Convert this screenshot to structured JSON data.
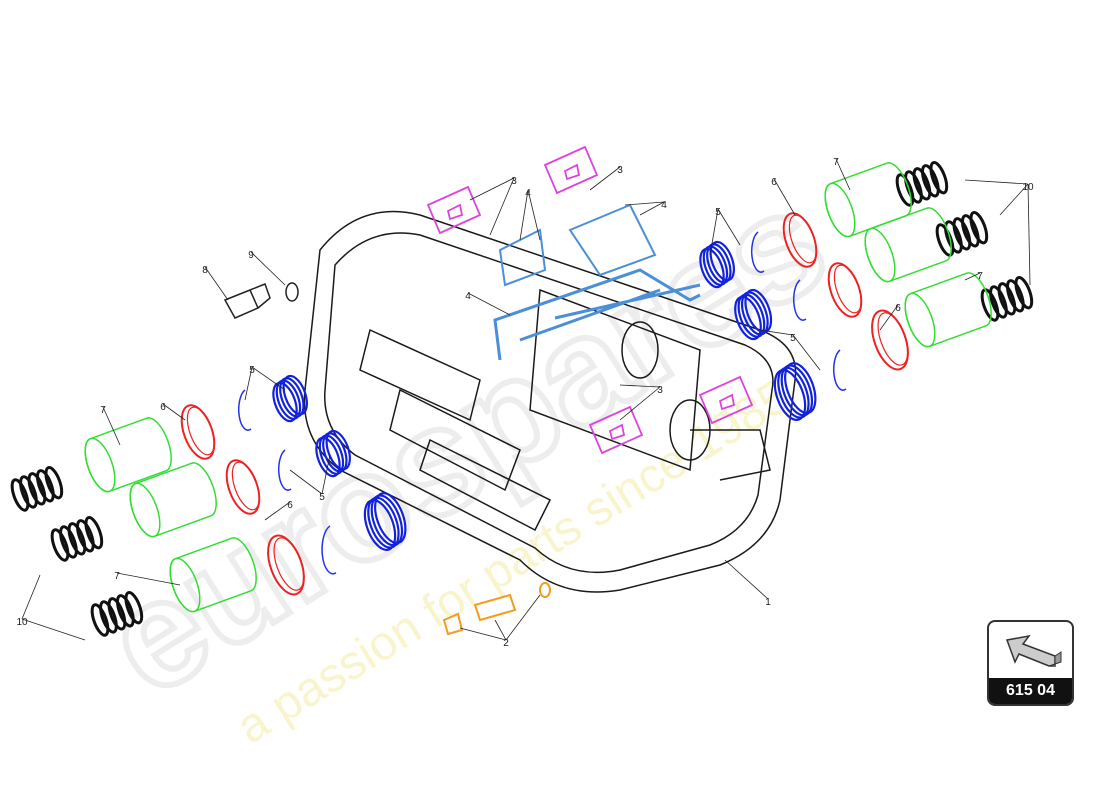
{
  "watermark": {
    "brand": "eurospares",
    "tagline": "a passion for parts since 1985"
  },
  "callouts": [
    "1",
    "2",
    "3",
    "3",
    "3",
    "4",
    "4",
    "4",
    "5",
    "5",
    "5",
    "5",
    "6",
    "6",
    "6",
    "6",
    "7",
    "7",
    "7",
    "7",
    "8",
    "9",
    "10",
    "10"
  ],
  "badge": {
    "code": "615 04",
    "icon": "arrow-view-direction-icon"
  },
  "colors": {
    "body": "#1a1a1a",
    "spring": "#111111",
    "piston": "#33dd33",
    "seal": "#ee2222",
    "ring": "#2233ee",
    "boot": "#1122dd",
    "bracket": "#dd44dd",
    "pipe": "#4a8fd8",
    "bleeder": "#f39c1f",
    "watermark_text": "#f7f3b0"
  }
}
